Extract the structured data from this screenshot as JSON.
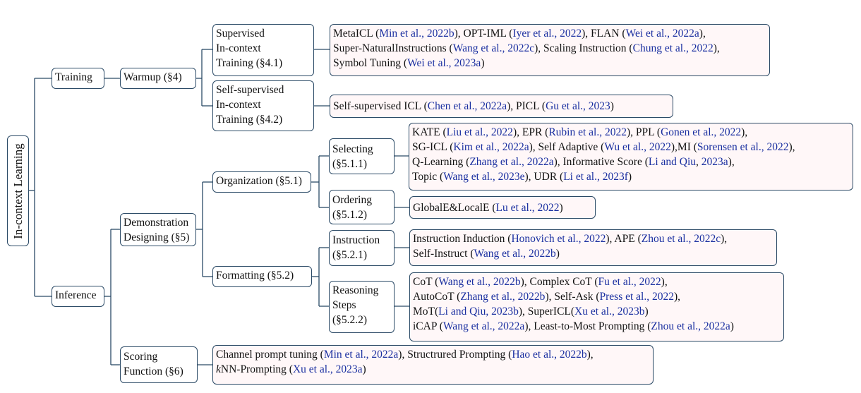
{
  "root": "In-context Learning",
  "training": {
    "label": "Training",
    "warmup": "Warmup (§4)",
    "supervised": {
      "title": [
        "Supervised",
        "In-context",
        "Training (§4.1)"
      ],
      "refs": [
        [
          {
            "t": "MetaICL ("
          },
          {
            "c": "Min et al., 2022b"
          },
          {
            "t": "), OPT-IML ("
          },
          {
            "c": "Iyer et al., 2022"
          },
          {
            "t": "), FLAN ("
          },
          {
            "c": "Wei et al., 2022a"
          },
          {
            "t": "),"
          }
        ],
        [
          {
            "t": "Super-NaturalInstructions ("
          },
          {
            "c": "Wang et al., 2022c"
          },
          {
            "t": "), Scaling Instruction ("
          },
          {
            "c": "Chung et al., 2022"
          },
          {
            "t": "),"
          }
        ],
        [
          {
            "t": "Symbol Tuning ("
          },
          {
            "c": "Wei et al., 2023a"
          },
          {
            "t": ")"
          }
        ]
      ]
    },
    "self_supervised": {
      "title": [
        "Self-supervised",
        "In-context",
        "Training (§4.2)"
      ],
      "refs": [
        [
          {
            "t": "Self-supervised ICL ("
          },
          {
            "c": "Chen et al., 2022a"
          },
          {
            "t": "), PICL ("
          },
          {
            "c": "Gu et al., 2023"
          },
          {
            "t": ")"
          }
        ]
      ]
    }
  },
  "inference": {
    "label": "Inference",
    "demonstration": [
      "Demonstration",
      "Designing (§5)"
    ],
    "organization": "Organization (§5.1)",
    "selecting": {
      "title": [
        "Selecting",
        "(§5.1.1)"
      ],
      "refs": [
        [
          {
            "t": "KATE ("
          },
          {
            "c": "Liu et al., 2022"
          },
          {
            "t": "), EPR ("
          },
          {
            "c": "Rubin et al., 2022"
          },
          {
            "t": "), PPL ("
          },
          {
            "c": "Gonen et al., 2022"
          },
          {
            "t": "),"
          }
        ],
        [
          {
            "t": "SG-ICL ("
          },
          {
            "c": "Kim et al., 2022a"
          },
          {
            "t": "), Self Adaptive ("
          },
          {
            "c": "Wu et al., 2022"
          },
          {
            "t": "),MI ("
          },
          {
            "c": "Sorensen et al., 2022"
          },
          {
            "t": "),"
          }
        ],
        [
          {
            "t": "Q-Learning ("
          },
          {
            "c": "Zhang et al., 2022a"
          },
          {
            "t": "), Informative Score ("
          },
          {
            "c": "Li and Qiu"
          },
          {
            "t": ", "
          },
          {
            "c": "2023a"
          },
          {
            "t": "),"
          }
        ],
        [
          {
            "t": "Topic ("
          },
          {
            "c": "Wang et al., 2023e"
          },
          {
            "t": "), UDR ("
          },
          {
            "c": "Li et al., 2023f"
          },
          {
            "t": ")"
          }
        ]
      ]
    },
    "ordering": {
      "title": [
        "Ordering",
        "(§5.1.2)"
      ],
      "refs": [
        [
          {
            "t": "GlobalE&LocalE ("
          },
          {
            "c": "Lu et al., 2022"
          },
          {
            "t": ")"
          }
        ]
      ]
    },
    "formatting": "Formatting (§5.2)",
    "instruction": {
      "title": [
        "Instruction",
        "(§5.2.1)"
      ],
      "refs": [
        [
          {
            "t": "Instruction Induction ("
          },
          {
            "c": "Honovich et al., 2022"
          },
          {
            "t": "), APE ("
          },
          {
            "c": "Zhou et al., 2022c"
          },
          {
            "t": "),"
          }
        ],
        [
          {
            "t": "Self-Instruct ("
          },
          {
            "c": "Wang et al., 2022b"
          },
          {
            "t": ")"
          }
        ]
      ]
    },
    "reasoning": {
      "title": [
        "Reasoning",
        "Steps",
        "(§5.2.2)"
      ],
      "refs": [
        [
          {
            "t": "CoT ("
          },
          {
            "c": "Wang et al., 2022b"
          },
          {
            "t": "), Complex CoT ("
          },
          {
            "c": "Fu et al., 2022"
          },
          {
            "t": "),"
          }
        ],
        [
          {
            "t": "AutoCoT ("
          },
          {
            "c": "Zhang et al., 2022b"
          },
          {
            "t": "), Self-Ask ("
          },
          {
            "c": "Press et al., 2022"
          },
          {
            "t": "),"
          }
        ],
        [
          {
            "t": "MoT("
          },
          {
            "c": "Li and Qiu, 2023b"
          },
          {
            "t": "),  SuperICL("
          },
          {
            "c": "Xu et al., 2023b"
          },
          {
            "t": ")"
          }
        ],
        [
          {
            "t": "iCAP ("
          },
          {
            "c": "Wang et al., 2022a"
          },
          {
            "t": "), Least-to-Most Prompting ("
          },
          {
            "c": "Zhou et al., 2022a"
          },
          {
            "t": ")"
          }
        ]
      ]
    },
    "scoring": {
      "title": [
        "Scoring",
        "Function (§6)"
      ],
      "refs": [
        [
          {
            "t": "Channel prompt tuning ("
          },
          {
            "c": "Min et al., 2022a"
          },
          {
            "t": "),  Structrured Prompting ("
          },
          {
            "c": "Hao et al., 2022b"
          },
          {
            "t": "),"
          }
        ],
        [
          {
            "i": "k"
          },
          {
            "t": "NN-Prompting ("
          },
          {
            "c": "Xu et al., 2023a"
          },
          {
            "t": ")"
          }
        ]
      ]
    }
  }
}
